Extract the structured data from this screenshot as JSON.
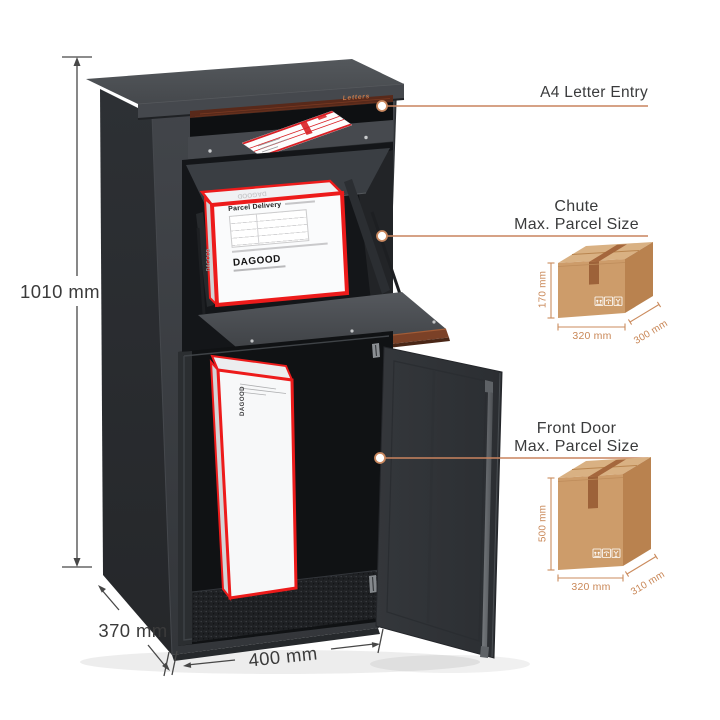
{
  "annotations": {
    "letter_entry": "A4 Letter Entry",
    "chute": {
      "line1": "Chute",
      "line2": "Max. Parcel Size"
    },
    "front_door": {
      "line1": "Front Door",
      "line2": "Max. Parcel Size"
    }
  },
  "dimensions": {
    "height": "1010 mm",
    "depth": "370 mm",
    "width": "400 mm"
  },
  "chute_parcel": {
    "height": "170 mm",
    "width": "320 mm",
    "depth": "300 mm"
  },
  "door_parcel": {
    "height": "500 mm",
    "width": "320 mm",
    "depth": "310 mm"
  },
  "cabinet": {
    "letter_slot_text": "Letters"
  },
  "parcel": {
    "label_title": "Parcel Delivery",
    "brand": "DAGOOD"
  },
  "colors": {
    "accent": "#C9835F",
    "parcel_red": "#ED1B1B",
    "cardboard": "#CD9C6A",
    "cabinet": "#3B3E43",
    "text": "#3A3B3C"
  }
}
